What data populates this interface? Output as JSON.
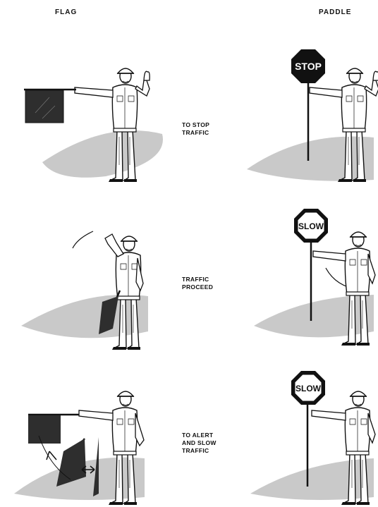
{
  "headers": {
    "flag": "FLAG",
    "paddle": "PADDLE"
  },
  "signals": [
    {
      "lines": [
        "TO STOP",
        "TRAFFIC"
      ],
      "paddle_sign": "STOP"
    },
    {
      "lines": [
        "TRAFFIC",
        "PROCEED"
      ],
      "paddle_sign": "SLOW"
    },
    {
      "lines": [
        "TO ALERT",
        "AND SLOW",
        "TRAFFIC"
      ],
      "paddle_sign": "SLOW"
    }
  ],
  "colors": {
    "ink": "#111111",
    "shadow": "#c9c9c9",
    "flag": "#2e2e2e",
    "paper": "#ffffff"
  }
}
